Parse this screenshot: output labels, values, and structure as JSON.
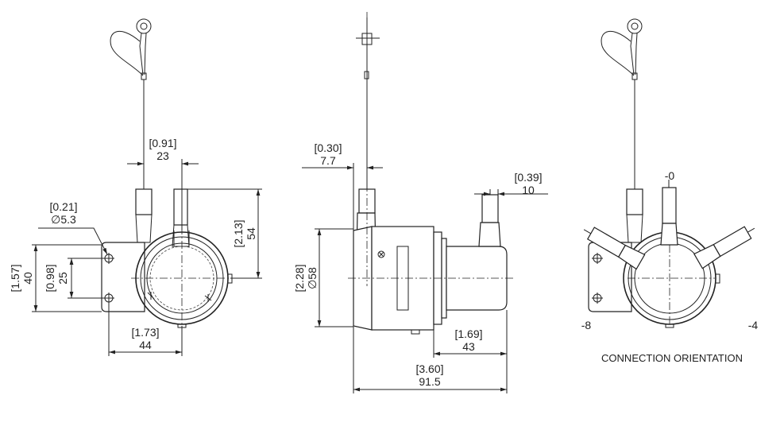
{
  "views": {
    "front": {
      "cable_exit_offset": {
        "inch": "[0.91]",
        "mm": "23"
      },
      "mount_hole": {
        "inch": "[0.21]",
        "mm": "∅5.3"
      },
      "height": {
        "inch": "[2.13]",
        "mm": "54"
      },
      "flange_height": {
        "inch": "[1.57]",
        "mm": "40"
      },
      "hole_spacing": {
        "inch": "[0.98]",
        "mm": "25"
      },
      "hole_to_center": {
        "inch": "[1.73]",
        "mm": "44"
      }
    },
    "side": {
      "cable_offset": {
        "inch": "[0.30]",
        "mm": "7.7"
      },
      "connector_offset": {
        "inch": "[0.39]",
        "mm": "10"
      },
      "diameter": {
        "inch": "[2.28]",
        "mm": "∅58"
      },
      "body_length": {
        "inch": "[1.69]",
        "mm": "43"
      },
      "overall_length": {
        "inch": "[3.60]",
        "mm": "91.5"
      }
    },
    "orientation": {
      "caption": "CONNECTION ORIENTATION",
      "pos_top": "-0",
      "pos_left": "-8",
      "pos_right": "-4"
    }
  }
}
